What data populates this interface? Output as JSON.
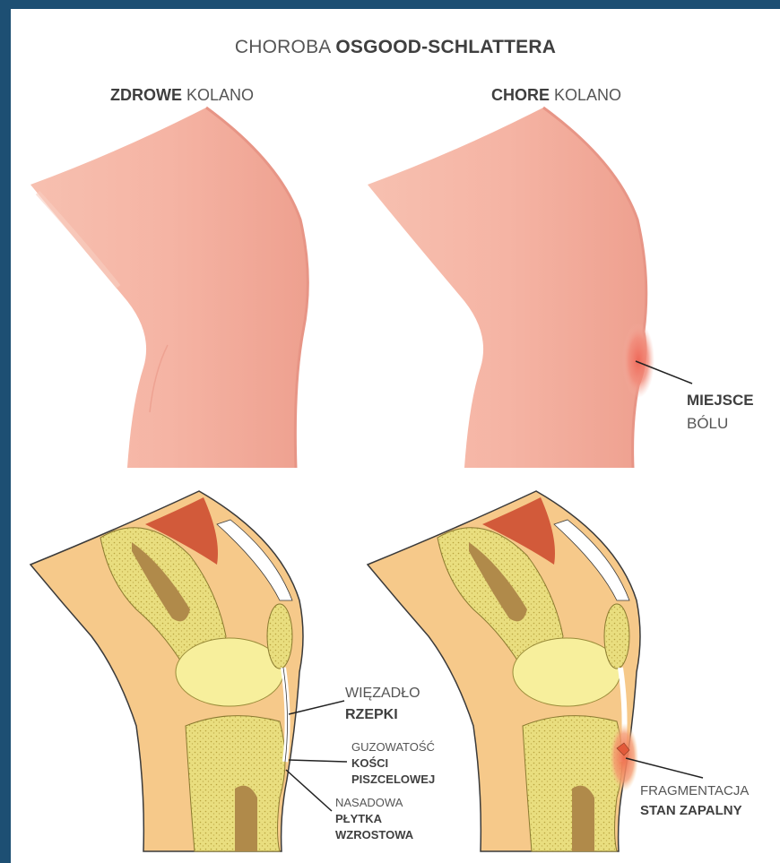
{
  "title": {
    "normal": "CHOROBA ",
    "bold": "OSGOOD-SCHLATTERA"
  },
  "healthy_knee": {
    "bold": "ZDROWE",
    "normal": " KOLANO"
  },
  "diseased_knee": {
    "bold": "CHORE",
    "normal": " KOLANO"
  },
  "labels": {
    "pain_site": {
      "bold": "MIEJSCE",
      "normal": "BÓLU"
    },
    "patellar_ligament": {
      "normal": "WIĘZADŁO",
      "bold": "RZEPKI"
    },
    "tibial_tuberosity": {
      "normal": "GUZOWATOŚĆ",
      "bold1": "KOŚCI",
      "bold2": "PISZCELOWEJ"
    },
    "growth_plate": {
      "normal": "NASADOWA",
      "bold1": "PŁYTKA",
      "bold2": "WZROSTOWA"
    },
    "fragmentation": {
      "normal": "FRAGMENTACJA",
      "bold": "STAN ZAPALNY"
    }
  },
  "colors": {
    "frame": "#1d4f73",
    "skin": "#f5b3a4",
    "skin_dark": "#e99686",
    "inflammation": "#f08070",
    "tissue": "#f6c98a",
    "bone_spongy": "#e8dd7a",
    "bone_marrow": "#b08a4a",
    "cartilage": "#f7ef9c",
    "muscle": "#d25a3a"
  }
}
